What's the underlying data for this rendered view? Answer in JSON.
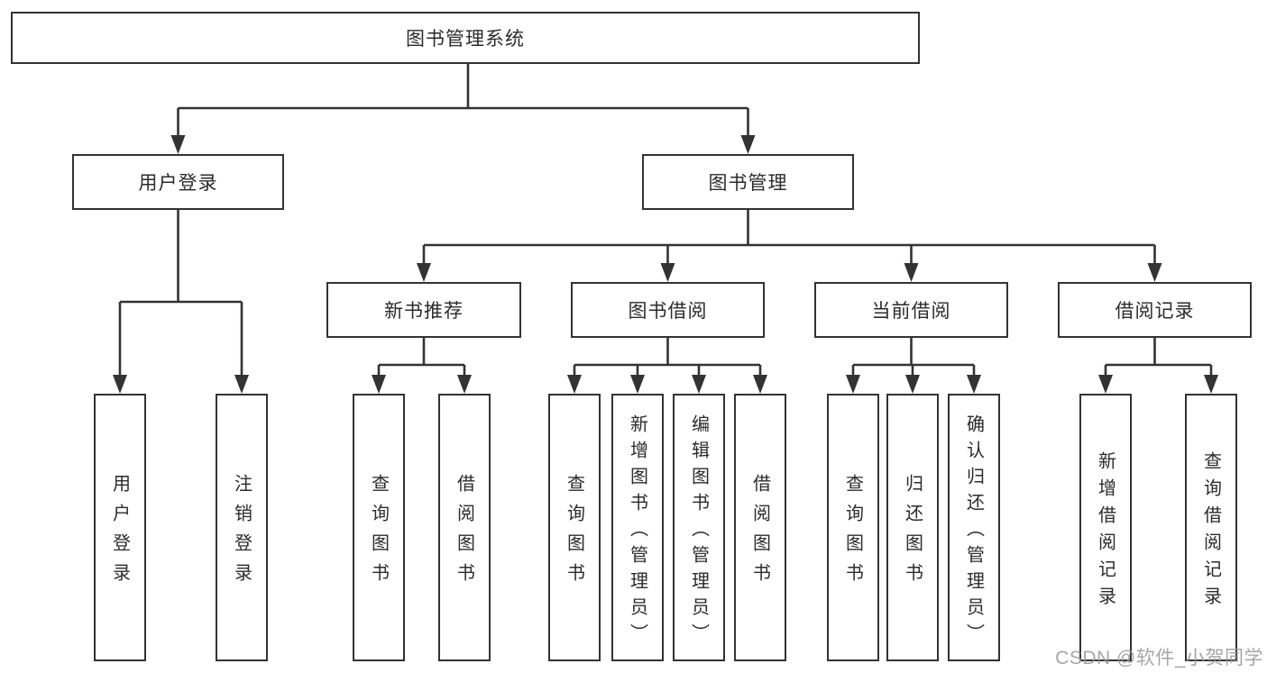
{
  "diagram": {
    "root": {
      "label": "图书管理系统"
    },
    "branches": [
      {
        "label": "用户登录",
        "children": [
          {
            "label": "用户登录"
          },
          {
            "label": "注销登录"
          }
        ]
      },
      {
        "label": "图书管理",
        "children": [
          {
            "label": "新书推荐",
            "children": [
              {
                "label": "查询图书"
              },
              {
                "label": "借阅图书"
              }
            ]
          },
          {
            "label": "图书借阅",
            "children": [
              {
                "label": "查询图书"
              },
              {
                "label": "新增图书（管理员）"
              },
              {
                "label": "编辑图书（管理员）"
              },
              {
                "label": "借阅图书"
              }
            ]
          },
          {
            "label": "当前借阅",
            "children": [
              {
                "label": "查询图书"
              },
              {
                "label": "归还图书"
              },
              {
                "label": "确认归还（管理员）"
              }
            ]
          },
          {
            "label": "借阅记录",
            "children": [
              {
                "label": "新增借阅记录"
              },
              {
                "label": "查询借阅记录"
              }
            ]
          }
        ]
      }
    ]
  },
  "colors": {
    "line": "#333333",
    "text": "#2b2b2b",
    "watermark": "#969696"
  },
  "watermark": {
    "text": "CSDN @软件_小贺同学"
  }
}
